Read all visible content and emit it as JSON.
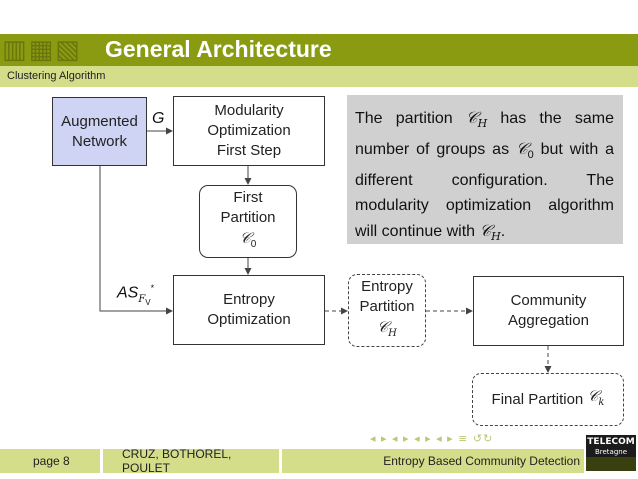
{
  "header": {
    "title": "General Architecture",
    "section": "Clustering Algorithm"
  },
  "diagram": {
    "augmented_network": "Augmented Network",
    "modularity_step": "Modularity Optimization First Step",
    "first_partition": "First Partition",
    "c0_symbol": "𝒞",
    "c0_sub": "0",
    "entropy_opt": "Entropy Optimization",
    "entropy_partition": "Entropy Partition",
    "ch_symbol": "𝒞",
    "ch_sub": "H",
    "community_aggregation": "Community Aggregation",
    "final_partition": "Final Partition",
    "ck_symbol": "𝒞",
    "ck_sub": "k",
    "label_g": "G",
    "label_as": "AS",
    "label_as_sub": "F",
    "label_as_subsub": "V",
    "label_as_sup": "*"
  },
  "note": {
    "part1": "The partition ",
    "sym1": "𝒞",
    "sub1": "H",
    "part2": " has the same number of groups as ",
    "sym2": "𝒞",
    "sub2": "0",
    "part3": " but with a different configuration. The modularity optimization algorithm will continue with ",
    "sym3": "𝒞",
    "sub3": "H",
    "part4": "."
  },
  "footer": {
    "page": "page 8",
    "authors": "CRUZ, BOTHOREL, POULET",
    "talk": "Entropy Based Community Detection"
  },
  "logo": {
    "line1": "TELECOM",
    "line2": "Bretagne"
  },
  "colors": {
    "title_bar": "#8a9b12",
    "subtitle_bar": "#d3dd8a",
    "augmented_fill": "#cfd4f5",
    "note_fill": "#d0d0d0"
  }
}
